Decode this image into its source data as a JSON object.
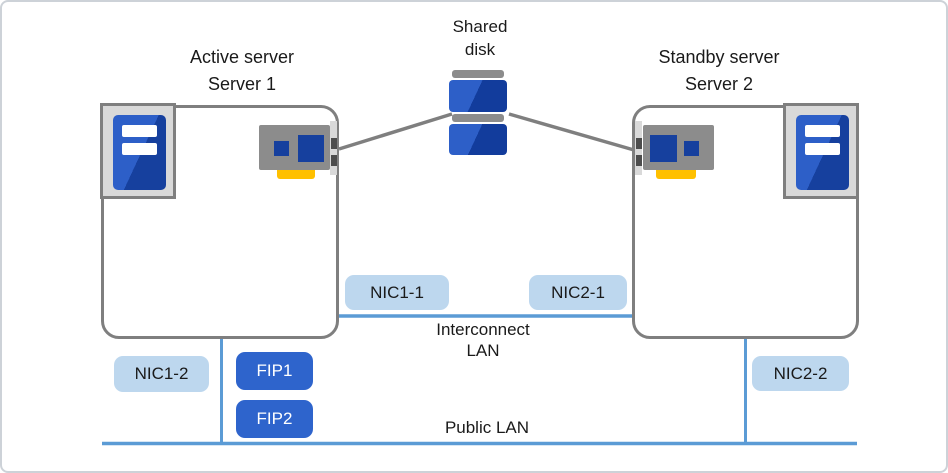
{
  "diagram": {
    "labels": {
      "active_role": "Active server",
      "active_name": "Server 1",
      "standby_role": "Standby server",
      "standby_name": "Server 2",
      "shared_disk_line1": "Shared",
      "shared_disk_line2": "disk",
      "interconnect_line1": "Interconnect",
      "interconnect_line2": "LAN",
      "public_lan": "Public LAN"
    },
    "badges": {
      "nic1_1": "NIC1-1",
      "nic2_1": "NIC2-1",
      "nic1_2": "NIC1-2",
      "nic2_2": "NIC2-2",
      "fip1": "FIP1",
      "fip2": "FIP2"
    },
    "icons": [
      "server-tower-icon",
      "nic-card-icon",
      "shared-disk-icon"
    ],
    "colors": {
      "badge_light_blue": "#bdd7ee",
      "badge_solid_blue": "#2e64cc",
      "lan_line_blue": "#5b9bd5",
      "connector_gray": "#7f7f7f",
      "server_border_gray": "#7f7f7f",
      "icon_blue": "#2d5fc8",
      "icon_navy": "#16409e",
      "nic_gray": "#8c8c8c",
      "nic_connector_yellow": "#ffc000"
    }
  }
}
